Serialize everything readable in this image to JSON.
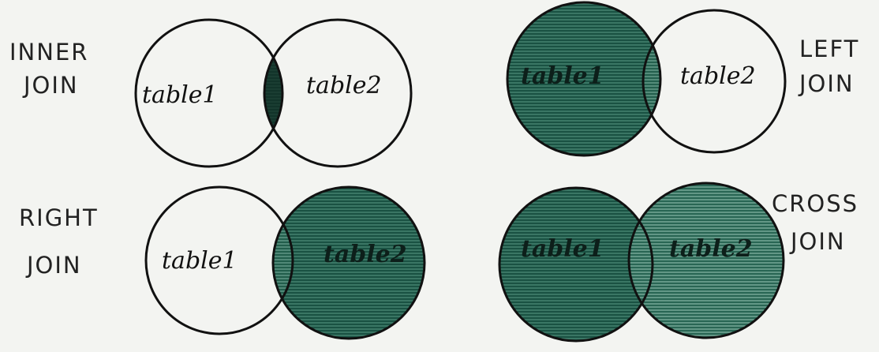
{
  "panels": {
    "inner": {
      "line1": "INNER",
      "line2": "JOIN",
      "left_table": "table1",
      "right_table": "table2"
    },
    "left": {
      "line1": "LEFT",
      "line2": "JOIN",
      "left_table": "table1",
      "right_table": "table2"
    },
    "right": {
      "line1": "RIGHT",
      "line2": "JOIN",
      "left_table": "table1",
      "right_table": "table2"
    },
    "cross": {
      "line1": "CROSS",
      "line2": "JOIN",
      "left_table": "table1",
      "right_table": "table2"
    }
  },
  "colors": {
    "fill_dark": "#15503f",
    "fill_mid": "#2f7a64",
    "fill_light": "#8fb9ab",
    "inner_overlap": "#0f2a22",
    "ink": "#111111",
    "paper": "#f3f4f1"
  }
}
